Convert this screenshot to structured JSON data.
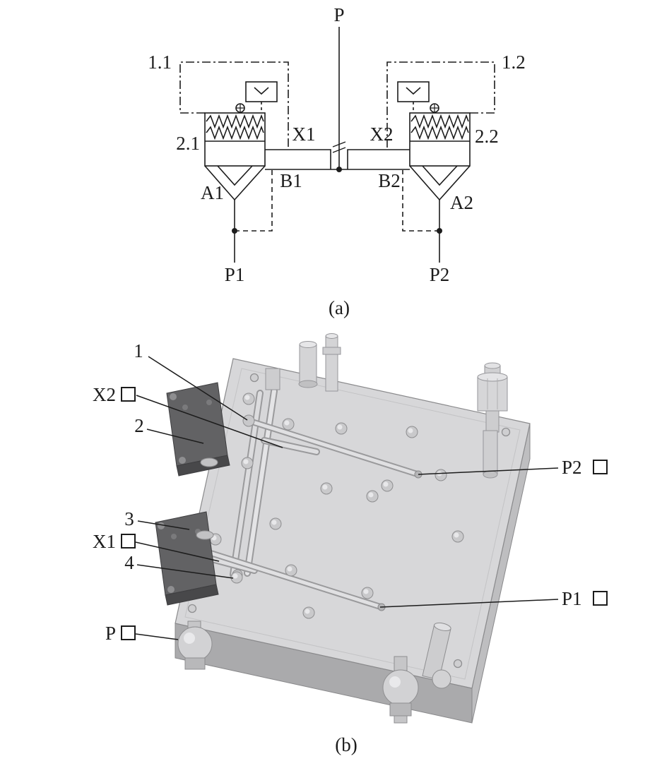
{
  "schematic": {
    "caption": "(a)",
    "port_p": "P",
    "pilot_left": "1.1",
    "pilot_right": "1.2",
    "valve_left": "2.1",
    "valve_right": "2.2",
    "port_x1": "X1",
    "port_x2": "X2",
    "port_b1": "B1",
    "port_b2": "B2",
    "port_a1": "A1",
    "port_a2": "A2",
    "port_p1": "P1",
    "port_p2": "P2"
  },
  "model": {
    "caption": "(b)",
    "callout_1": "1",
    "callout_2": "2",
    "callout_3": "3",
    "callout_4": "4",
    "port_x2": "X2",
    "port_x1": "X1",
    "port_p": "P",
    "port_p2": "P2",
    "port_p1": "P1"
  },
  "icons": {
    "port_marker": "open-square"
  },
  "colors": {
    "line": "#1c1c1c",
    "block_top": "#d7d7d9",
    "block_bottom_face": "#aaaaac",
    "block_right_face": "#bebec0",
    "cartridge_dark": "#626264",
    "fitting_gray": "#cfcfd1"
  }
}
